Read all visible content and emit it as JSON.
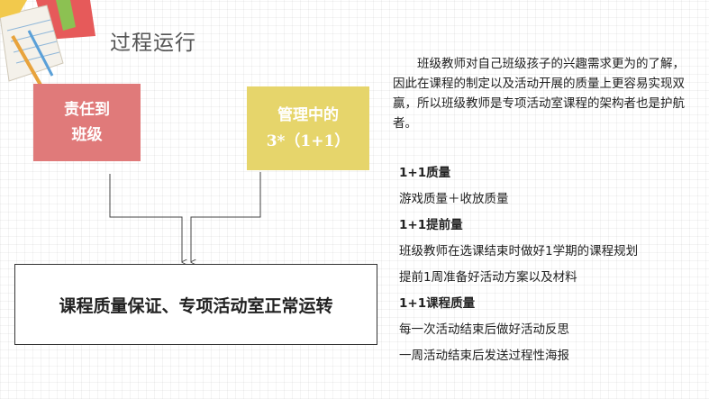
{
  "slide": {
    "title": "过程运行",
    "box_left": [
      "责任到",
      "班级"
    ],
    "box_right": [
      "管理中的",
      "3*（1+1）"
    ],
    "result": "课程质量保证、专项活动室正常运转",
    "paragraph": "班级教师对自己班级孩子的兴趣需求更为的了解，因此在课程的制定以及活动开展的质量上更容易实现双赢，所以班级教师是专项活动室课程的架构者也是护航者。",
    "sections": [
      {
        "heading": "1+1质量",
        "items": [
          "游戏质量＋收放质量"
        ]
      },
      {
        "heading": "1+1提前量",
        "items": [
          "班级教师在选课结束时做好1学期的课程规划",
          "提前1周准备好活动方案以及材料"
        ]
      },
      {
        "heading": "1+1课程质量",
        "items": [
          "每一次活动结束后做好活动反思",
          "一周活动结束后发送过程性海报"
        ]
      }
    ]
  },
  "colors": {
    "red_box": "#e07a7a",
    "yellow_box": "#e6d56b"
  }
}
